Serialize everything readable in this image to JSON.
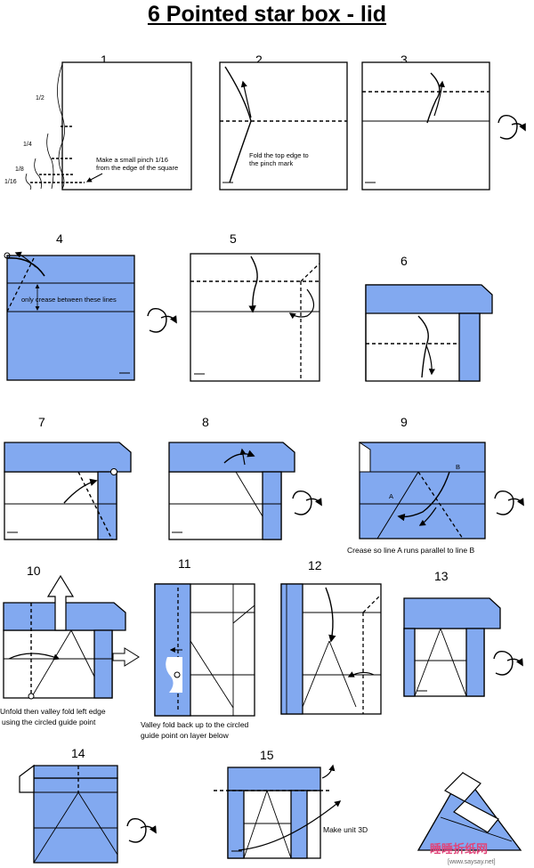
{
  "title": "6 Pointed star box - lid",
  "colors": {
    "paper_back": "#82a9f0",
    "line": "#000000",
    "watermark": "#e0457a"
  },
  "steps": [
    {
      "number": "1"
    },
    {
      "number": "2"
    },
    {
      "number": "3"
    },
    {
      "number": "4"
    },
    {
      "number": "5"
    },
    {
      "number": "6"
    },
    {
      "number": "7"
    },
    {
      "number": "8"
    },
    {
      "number": "9"
    },
    {
      "number": "10"
    },
    {
      "number": "11"
    },
    {
      "number": "12"
    },
    {
      "number": "13"
    },
    {
      "number": "14"
    },
    {
      "number": "15"
    }
  ],
  "fractions": [
    "1/2",
    "1/4",
    "1/8",
    "1/16"
  ],
  "notes": {
    "step1_line1": "Make a small pinch 1/16",
    "step1_line2": "from the edge of the square",
    "step2_line1": "Fold the top edge to",
    "step2_line2": "the pinch mark",
    "step4": "only crease between these lines",
    "step9_label_a": "A",
    "step9_label_b": "B",
    "step9_caption": "Crease so line A runs parallel to line B",
    "step10_line1": "Unfold then valley fold left edge",
    "step10_line2": "using the circled guide point",
    "step11_line1": "Valley fold back up to the circled",
    "step11_line2": "guide point on layer below",
    "step15": "Make unit 3D"
  },
  "watermark": {
    "logo": "睡睡折纸网",
    "url": "[www.saysay.net]"
  }
}
